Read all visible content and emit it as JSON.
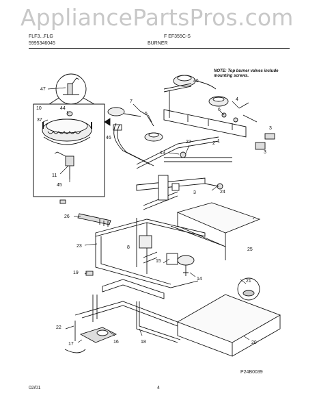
{
  "watermark": "AppliancePartsPros.com",
  "header": {
    "model_left": "FLF3...FLG",
    "part_number": "5995346045",
    "model_right": "F EF355C-S",
    "section_title": "BURNER"
  },
  "note": "NOTE: Top burner valves include mounting screws.",
  "diagram_code": "P24B0039",
  "footer": {
    "date": "02/01",
    "page": "4"
  },
  "callouts": [
    "47",
    "10",
    "44",
    "37",
    "46",
    "11",
    "45",
    "7",
    "5",
    "46",
    "13",
    "22",
    "6",
    "4",
    "3",
    "3",
    "2",
    "1",
    "24",
    "3",
    "26",
    "23",
    "8",
    "25",
    "15",
    "14",
    "19",
    "21",
    "22",
    "17",
    "16",
    "18",
    "20"
  ],
  "colors": {
    "line": "#111111",
    "watermark": "#c8c8c8"
  }
}
